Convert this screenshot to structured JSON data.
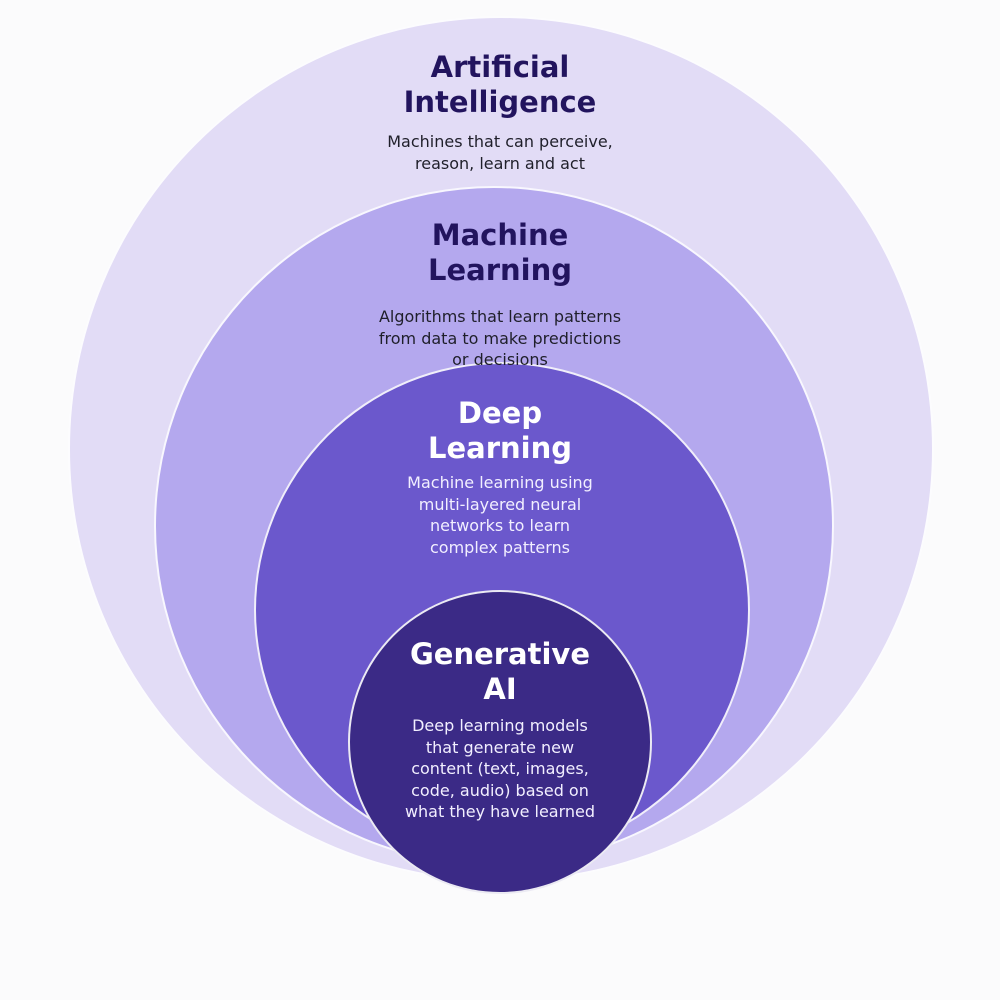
{
  "colors": {
    "ai_circle": "#e2dcf6",
    "ml_circle": "#b4a8ee",
    "dl_circle": "#6b58cc",
    "gen_circle": "#3b2a86",
    "dark_title": "#22145e",
    "light_text": "#ffffff"
  },
  "layers": {
    "ai": {
      "title_line1": "Artificial",
      "title_line2": "Intelligence",
      "desc_line1": "Machines that can perceive,",
      "desc_line2": "reason, learn and act"
    },
    "ml": {
      "title_line1": "Machine",
      "title_line2": "Learning",
      "desc_line1": "Algorithms that learn patterns",
      "desc_line2": "from data to make predictions",
      "desc_line3": "or decisions"
    },
    "dl": {
      "title_line1": "Deep",
      "title_line2": "Learning",
      "desc_line1": "Machine learning using",
      "desc_line2": "multi-layered neural",
      "desc_line3": "networks to learn",
      "desc_line4": "complex patterns"
    },
    "gen": {
      "title_line1": "Generative",
      "title_line2": "AI",
      "desc_line1": "Deep learning models",
      "desc_line2": "that generate new",
      "desc_line3": "content (text, images,",
      "desc_line4": "code, audio) based on",
      "desc_line5": "what they have learned"
    }
  }
}
